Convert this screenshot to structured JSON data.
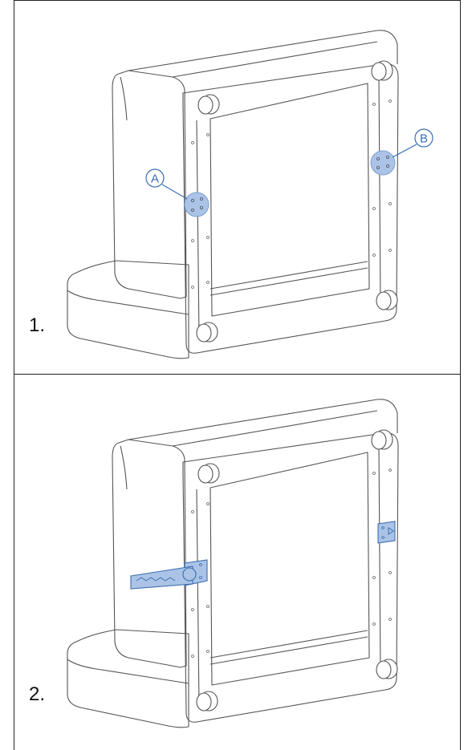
{
  "steps": [
    {
      "label": "1."
    },
    {
      "label": "2."
    }
  ],
  "callouts": {
    "a": "A",
    "b": "B"
  },
  "colors": {
    "line": "#555555",
    "highlight_fill": "#aac3e6",
    "highlight_stroke": "#3a6fb0",
    "frame": "#222222"
  }
}
